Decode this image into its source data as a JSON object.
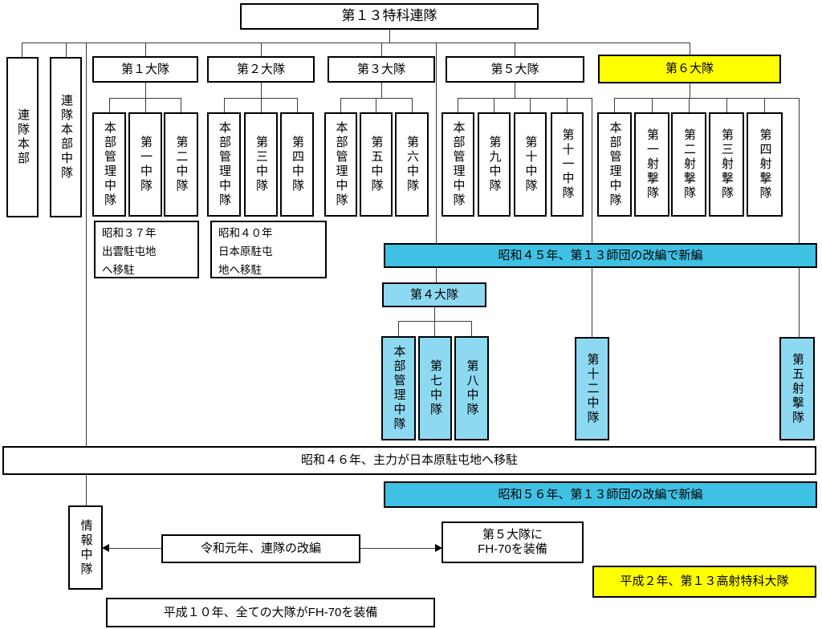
{
  "colors": {
    "highlight_yellow": "#ffff00",
    "banner_cyan": "#3fc1e4",
    "unit_blue": "#8ed9f2",
    "line": "#3c3c3c",
    "box_white": "#ffffff"
  },
  "title": "第１３特科連隊",
  "hq": {
    "regiment_hq": "連隊本部",
    "regiment_hq_company": "連隊本部中隊"
  },
  "battalions": [
    {
      "name": "第１大隊",
      "companies": [
        "本部管理中隊",
        "第一中隊",
        "第二中隊"
      ]
    },
    {
      "name": "第２大隊",
      "companies": [
        "本部管理中隊",
        "第三中隊",
        "第四中隊"
      ]
    },
    {
      "name": "第３大隊",
      "companies": [
        "本部管理中隊",
        "第五中隊",
        "第六中隊"
      ]
    },
    {
      "name": "第５大隊",
      "companies": [
        "本部管理中隊",
        "第九中隊",
        "第十中隊",
        "第十一中隊"
      ]
    },
    {
      "name": "第６大隊",
      "companies": [
        "本部管理中隊",
        "第一射撃隊",
        "第二射撃隊",
        "第三射撃隊",
        "第四射撃隊"
      ]
    }
  ],
  "fourth_battalion": {
    "name": "第４大隊",
    "companies": [
      "本部管理中隊",
      "第七中隊",
      "第八中隊"
    ]
  },
  "detached_units": {
    "twelfth_company": "第十二中隊",
    "fifth_firing_unit": "第五射撃隊",
    "intel_company": "情報中隊"
  },
  "annotations": {
    "showa37": "昭和３７年\n出雲駐屯地\nへ移駐",
    "showa40": "昭和４０年\n日本原駐屯\n地へ移駐",
    "showa45": "昭和４５年、第１３師団の改編で新編",
    "showa46": "昭和４６年、主力が日本原駐屯地へ移駐",
    "showa56": "昭和５６年、第１３師団の改編で新編",
    "heisei2": "平成２年、第１３高射特科大隊",
    "heisei10": "平成１０年、全ての大隊がFH-70を装備",
    "reiwa": "令和元年、連隊の改編",
    "fh70": "第５大隊に\nFH-70を装備"
  }
}
